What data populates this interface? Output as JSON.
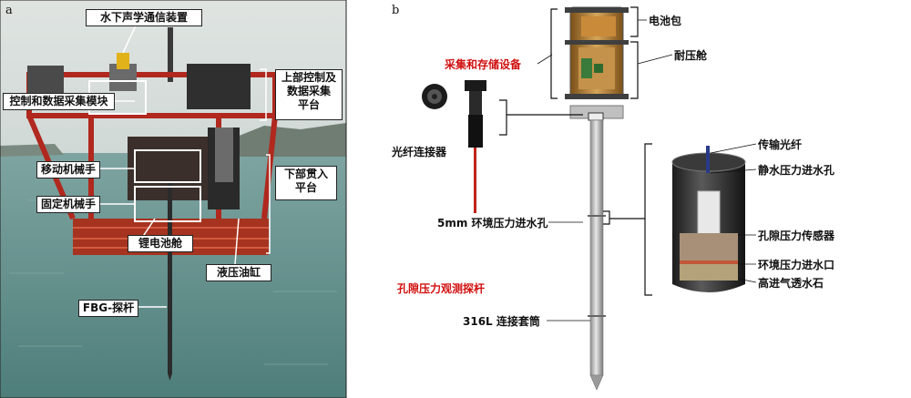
{
  "panel_a": {
    "letter": "a",
    "labels": {
      "acoustic_comm": "水下声学通信装置",
      "control_module": "控制和数据采集模块",
      "upper_platform_l1": "上部控制及",
      "upper_platform_l2": "数据采集",
      "upper_platform_l3": "平台",
      "moving_arm": "移动机械手",
      "fixed_arm": "固定机械手",
      "lower_platform_l1": "下部贯入",
      "lower_platform_l2": "平台",
      "battery_cabin": "锂电池舱",
      "hydraulic_cylinder": "液压油缸",
      "fbg_probe": "FBG-探杆"
    }
  },
  "panel_b": {
    "letter": "b",
    "labels": {
      "battery_pack": "电池包",
      "acq_storage": "采集和存储设备",
      "pressure_cabin": "耐压舱",
      "fiber_connector": "光纤连接器",
      "transmission_fiber": "传输光纤",
      "hydrostatic_inlet": "静水压力进水孔",
      "ambient_inlet_hole": "5mm 环境压力进水孔",
      "pore_sensor": "孔隙压力传感器",
      "ambient_inlet_port": "环境压力进水口",
      "ceramic_stone": "高进气透水石",
      "probe_rod": "孔隙压力观测探杆",
      "sleeve": "316L 连接套筒"
    }
  },
  "colors": {
    "red_label": "#d11010",
    "frame_red": "#b0281e",
    "sea": "#5f8f8c",
    "sky": "#c9d4d2"
  }
}
